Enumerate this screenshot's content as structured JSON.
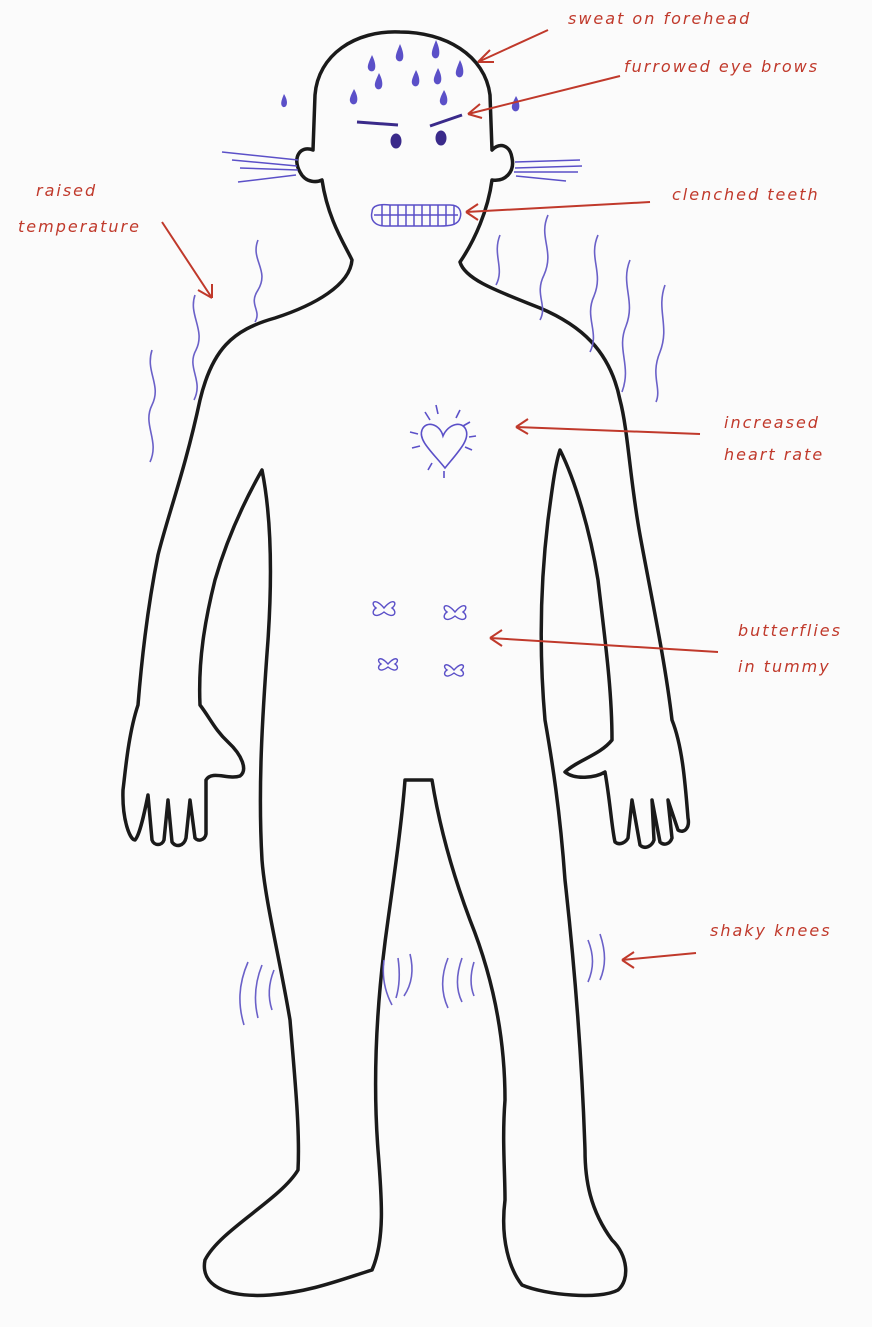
{
  "colors": {
    "paper": "#fbfbfb",
    "outline": "#1a1a1a",
    "annotation": "#c0392b",
    "doodle": "#5b50c8"
  },
  "annotations": {
    "sweat": "sweat on forehead",
    "eyebrows": "furrowed eye brows",
    "teeth": "clenched teeth",
    "temperature_line1": "raised",
    "temperature_line2": "temperature",
    "heart_line1": "increased",
    "heart_line2": "heart rate",
    "butterflies_line1": "butterflies",
    "butterflies_line2": "in tummy",
    "knees": "shaky knees"
  }
}
